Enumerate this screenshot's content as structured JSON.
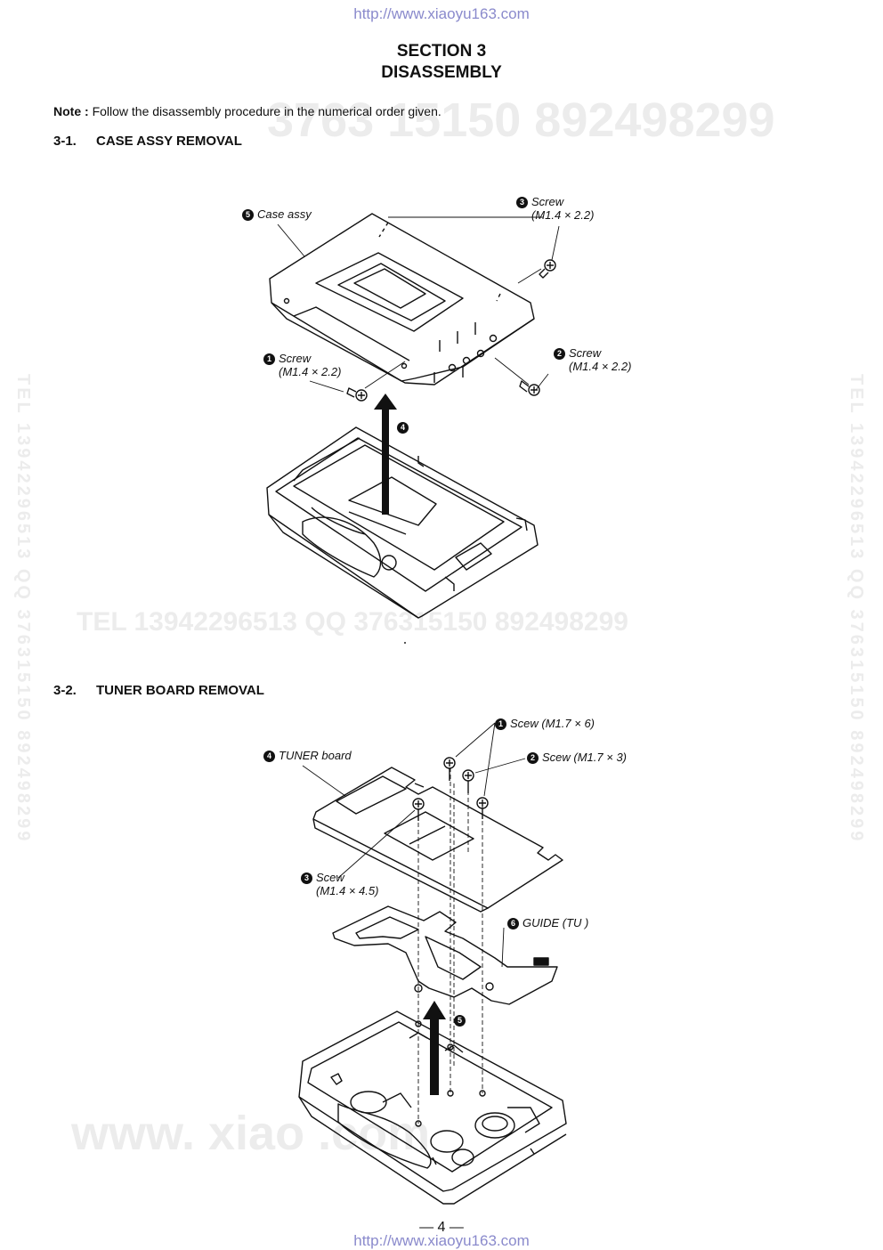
{
  "header": {
    "url_top": "http://www.xiaoyu163.com",
    "url_bottom": "http://www.xiaoyu163.com"
  },
  "title": {
    "line1": "SECTION 3",
    "line2": "DISASSEMBLY"
  },
  "note": {
    "label": "Note :",
    "text": "Follow the disassembly procedure in the numerical order given."
  },
  "sections": [
    {
      "num": "3-1.",
      "title": "CASE ASSY REMOVAL"
    },
    {
      "num": "3-2.",
      "title": "TUNER BOARD REMOVAL"
    }
  ],
  "fig1": {
    "labels": [
      {
        "n": "5",
        "text": "Case assy",
        "sub": ""
      },
      {
        "n": "3",
        "text": "Screw",
        "sub": "(M1.4 × 2.2)"
      },
      {
        "n": "1",
        "text": "Screw",
        "sub": "(M1.4 × 2.2)"
      },
      {
        "n": "2",
        "text": "Screw",
        "sub": "(M1.4 × 2.2)"
      },
      {
        "n": "4",
        "text": "",
        "sub": ""
      }
    ]
  },
  "fig2": {
    "labels": [
      {
        "n": "1",
        "text": "Scew  (M1.7 × 6)",
        "sub": ""
      },
      {
        "n": "4",
        "text": "TUNER board",
        "sub": ""
      },
      {
        "n": "2",
        "text": "Scew  (M1.7 × 3)",
        "sub": ""
      },
      {
        "n": "3",
        "text": "Scew",
        "sub": "(M1.4 × 4.5)"
      },
      {
        "n": "6",
        "text": "GUIDE (TU )",
        "sub": ""
      },
      {
        "n": "5",
        "text": "",
        "sub": ""
      }
    ]
  },
  "watermarks": {
    "h1": "3763 15150    892498299",
    "h2": "TEL 13942296513        QQ  376315150  892498299",
    "h3": "www. xiao           .com",
    "v_left": "TEL 13942296513  QQ 376315150  892498299",
    "v_right": "TEL 13942296513  QQ 376315150  892498299"
  },
  "page_number": "— 4 —"
}
